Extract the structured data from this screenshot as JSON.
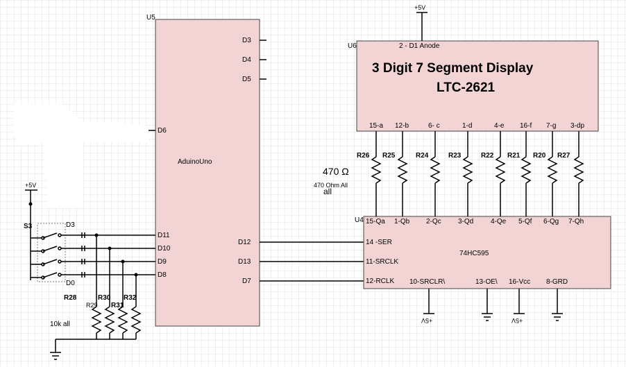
{
  "arduino": {
    "ref": "U5",
    "name": "AduinoUno",
    "pins_right_top": [
      "D3",
      "D4",
      "D5"
    ],
    "pin_d6": "D6",
    "pins_left": [
      "D11",
      "D10",
      "D9",
      "D8"
    ],
    "pins_right_bottom": [
      "D12",
      "D13",
      "D7"
    ]
  },
  "display": {
    "ref": "U6",
    "anode_pin": "2 - D1 Anode",
    "title": "3 Digit 7 Segment Display",
    "part": "LTC-2621",
    "pins": [
      "15-a",
      "12-b",
      "6- c",
      "1-d",
      "4-e",
      "16-f",
      "7-g",
      "3-dp"
    ]
  },
  "resistors_top": {
    "labels": [
      "R26",
      "R25",
      "R24",
      "R23",
      "R22",
      "R21",
      "R20",
      "R27"
    ],
    "value_note": "470 Ω",
    "value_note_2": "all",
    "value_label": "470 Ohm All"
  },
  "shift_register": {
    "ref": "U4",
    "name": "74HC595",
    "outputs": [
      "15-Qa",
      "1-Qb",
      "2-Qc",
      "3-Qd",
      "4-Qe",
      "5-Qf",
      "6-Qg",
      "7-Qh"
    ],
    "inputs": [
      "14 -SER",
      "11-SRCLK",
      "12-RCLK"
    ],
    "bottom_pins": [
      "10-SRCLR\\",
      "13-OE\\",
      "16-Vcc",
      "8-GRD"
    ]
  },
  "switch": {
    "ref": "S3",
    "top_label": "D3",
    "bottom_label": "D0"
  },
  "resistors_bottom": {
    "labels": [
      "R28",
      "R29",
      "R30",
      "R31",
      "R32"
    ],
    "value_label": "10k all"
  },
  "power": {
    "plus5v": "+5V",
    "plus5v_bottom": "+5V"
  }
}
